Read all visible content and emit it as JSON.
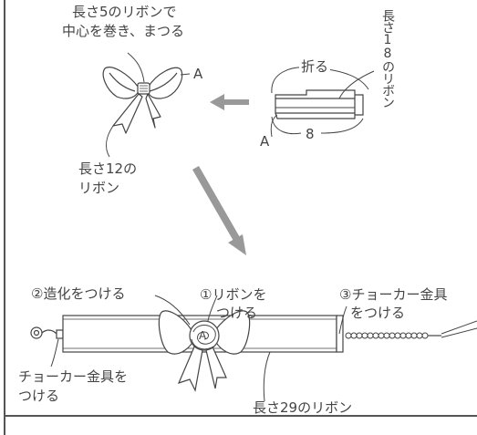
{
  "labels": {
    "tie_top_line1": "長さ5のリボンで",
    "tie_top_line2": "中心を巻き、まつる",
    "point_a_bow": "A",
    "fold": "折る",
    "vertical_ribbon_18": "長さ18のリボン",
    "point_a_fold": "A",
    "width_8": "8",
    "bow_ribbon_12_line1": "長さ12の",
    "bow_ribbon_12_line2": "リボン",
    "step2": "②造化をつける",
    "step1_line1": "①リボンを",
    "step1_line2": "つける",
    "step3_line1": "③チョーカー金具",
    "step3_line2": "をつける",
    "choker_left_line1": "チョーカー金具を",
    "choker_left_line2": "つける",
    "ribbon_29": "長さ29のリボン",
    "center_a": "A"
  },
  "colors": {
    "line": "#444444",
    "arrow": "#999999",
    "text": "#444444"
  }
}
